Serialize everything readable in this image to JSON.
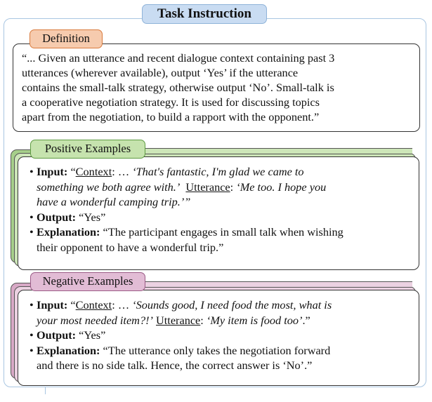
{
  "title": "Task Instruction",
  "definition": {
    "label": "Definition",
    "lines": [
      "“... Given an utterance and recent dialogue context containing past 3",
      "utterances (wherever available), output ‘Yes’ if the utterance",
      "contains the small-talk strategy, otherwise output ‘No’. Small-talk is",
      "a cooperative negotiation strategy. It is used for discussing topics",
      "apart from the negotiation, to build a rapport with the opponent.”"
    ]
  },
  "positive": {
    "label": "Positive Examples",
    "bullet": "•",
    "input_label": "Input:",
    "open_quote": "“",
    "context_label": "Context",
    "context_sep": ": … ",
    "context_line1": "‘That's fantastic, I'm glad we came to",
    "context_line2a": "something we both agree with.’",
    "utterance_label": "Utterance",
    "utterance_sep": ": ",
    "utterance_line2": "‘Me too. I hope you",
    "utterance_line3": "have a wonderful camping trip.’”",
    "output_label": "Output:",
    "output_value": " “Yes”",
    "explanation_label": "Explanation:",
    "explanation_line1": " “The participant engages in small talk when wishing",
    "explanation_line2": "their opponent to have a wonderful trip.”"
  },
  "negative": {
    "label": "Negative Examples",
    "bullet": "•",
    "input_label": "Input:",
    "open_quote": " “",
    "context_label": "Context",
    "context_sep": ": … ",
    "context_line1": "‘Sounds good, I need food the most, what is",
    "context_line2a": "your most needed item?!’",
    "utterance_label": "Utterance",
    "utterance_sep": ": ",
    "utterance_value": "‘My item is food too’",
    "close": ".”",
    "output_label": "Output:",
    "output_value": " “Yes”",
    "explanation_label": "Explanation:",
    "explanation_line1": " “The utterance only takes the negotiation forward",
    "explanation_line2": "and there is no side talk. Hence, the correct answer is ‘No’.”"
  },
  "colors": {
    "frame": "#a9c6e2",
    "title_fill": "#c9dcf2",
    "definition_fill": "#f6cbae",
    "positive_fill": "#c6e3ae",
    "negative_fill": "#e2bcd5"
  }
}
